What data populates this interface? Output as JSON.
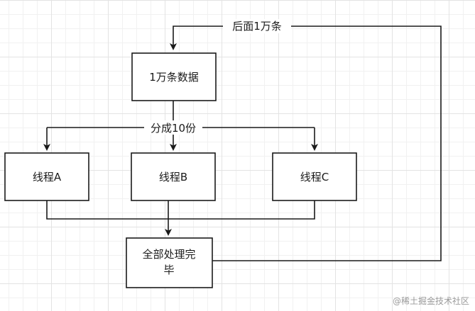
{
  "nodes": {
    "data": "1万条数据",
    "thread_a": "线程A",
    "thread_b": "线程B",
    "thread_c": "线程C",
    "done_line1": "全部处理完",
    "done_line2": "毕"
  },
  "edges": {
    "split_label": "分成10份",
    "loop_label": "后面1万条"
  },
  "watermark": "@稀土掘金技术社区"
}
